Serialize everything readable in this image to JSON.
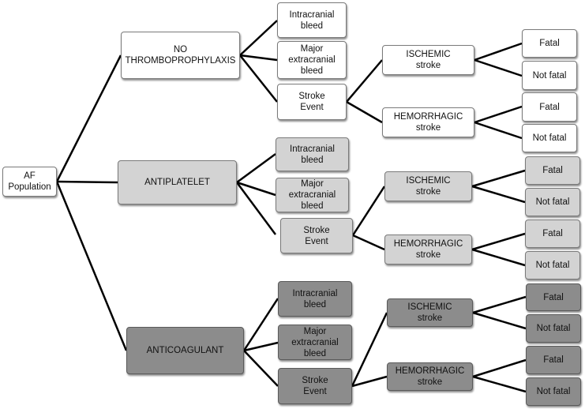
{
  "root": {
    "label": "AF\nPopulation"
  },
  "branches": [
    {
      "label": "NO THROMBOPROPHYLAXIS",
      "shade": "#ffffff",
      "events": {
        "intracranial": "Intracranial\nbleed",
        "major": "Major\nextracranial\nbleed",
        "stroke": "Stroke\nEvent"
      },
      "strokes": [
        {
          "label": "ISCHEMIC\nstroke",
          "outcomes": [
            "Fatal",
            "Not fatal"
          ]
        },
        {
          "label": "HEMORRHAGIC\nstroke",
          "outcomes": [
            "Fatal",
            "Not fatal"
          ]
        }
      ]
    },
    {
      "label": "ANTIPLATELET",
      "shade": "#d3d3d3",
      "events": {
        "intracranial": "Intracranial\nbleed",
        "major": "Major\nextracranial\nbleed",
        "stroke": "Stroke\nEvent"
      },
      "strokes": [
        {
          "label": "ISCHEMIC\nstroke",
          "outcomes": [
            "Fatal",
            "Not fatal"
          ]
        },
        {
          "label": "HEMORRHAGIC\nstroke",
          "outcomes": [
            "Fatal",
            "Not fatal"
          ]
        }
      ]
    },
    {
      "label": "ANTICOAGULANT",
      "shade": "#8c8c8c",
      "events": {
        "intracranial": "Intracranial\nbleed",
        "major": "Major\nextracranial\nbleed",
        "stroke": "Stroke\nEvent"
      },
      "strokes": [
        {
          "label": "ISCHEMIC\nstroke",
          "outcomes": [
            "Fatal",
            "Not fatal"
          ]
        },
        {
          "label": "HEMORRHAGIC\nstroke",
          "outcomes": [
            "Fatal",
            "Not fatal"
          ]
        }
      ]
    }
  ]
}
